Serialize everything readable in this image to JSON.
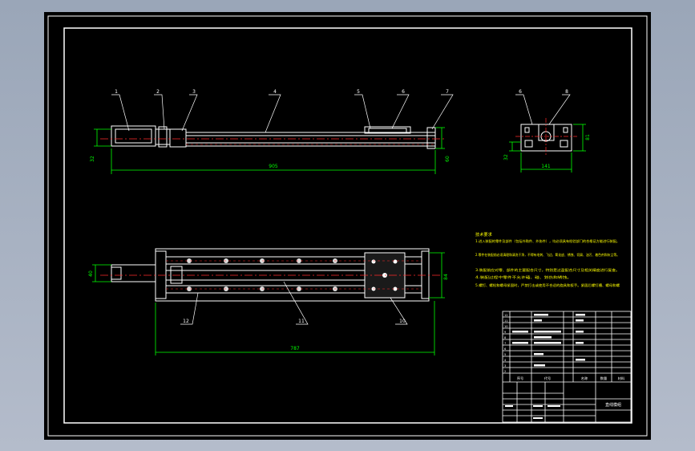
{
  "colors": {
    "background": "#000000",
    "frame": "#ffffff",
    "dimension": "#00ff00",
    "centerline": "#ff2a2a",
    "leader": "#ffffff"
  },
  "parts": {
    "p1": "1",
    "p2": "2",
    "p3": "3",
    "p4": "4",
    "p5": "5",
    "p6": "6",
    "p7": "7",
    "p6b": "6",
    "p8": "8",
    "p10": "10",
    "p11": "11",
    "p12": "12"
  },
  "dims": {
    "front_length": "905",
    "front_height": "32",
    "front_end": "60",
    "side_width": "141",
    "side_height": "81",
    "side_small": "32",
    "top_length": "787",
    "top_left": "40",
    "top_right": "84"
  },
  "notes": {
    "heading": "技术要求",
    "lines": [
      "1.进入装配的零件及部件（包括外购件、外协件），均必须具有检验部门的合格证方能进行装配。",
      "2.零件在装配前必须清理和清洗干净，不得有毛刺、飞边、氧化皮、锈蚀、切屑、油污、着色剂和灰尘等。",
      "3.装配前应对零、部件的主要配合尺寸，特别是过盈配合尺寸及相关精度进行复查。",
      "4.装配过程中零件不允许磕、碰、划伤和锈蚀。",
      "5.螺钉、螺栓和螺母紧固时，严禁打击或使用不合适的旋具和扳手。紧固后螺钉槽、螺母和螺"
    ]
  },
  "title_block": {
    "drawing_title": "直线模组",
    "col_no": "序号",
    "col_code": "代号",
    "col_name": "名称",
    "col_qty": "数量",
    "col_material": "材料"
  }
}
